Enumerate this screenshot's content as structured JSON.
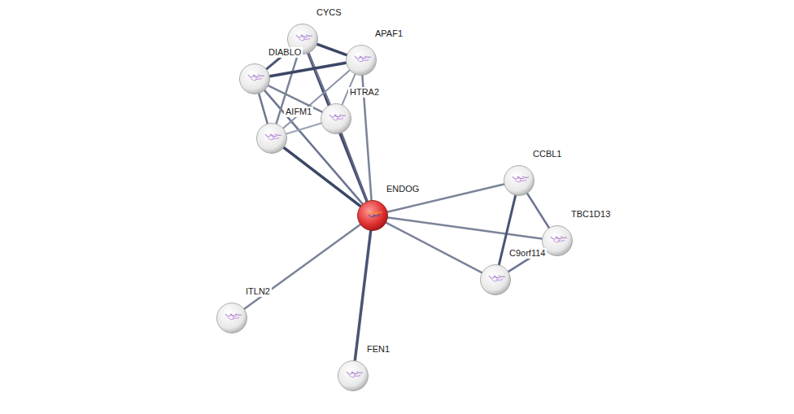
{
  "diagram": {
    "nodes": [
      {
        "text": [
          "CYCS"
        ]
      },
      {
        "text": [
          "APAF1"
        ]
      },
      {
        "text": [
          "DIABLO"
        ]
      },
      {
        "text": [
          "HTRA2"
        ]
      },
      {
        "text": [
          "AIFM1"
        ]
      },
      {
        "text": [
          "ENDOG"
        ]
      },
      {
        "text": [
          "CCBL1"
        ]
      },
      {
        "text": [
          "TBC1D13"
        ]
      },
      {
        "text": [
          "C9orf114"
        ]
      },
      {
        "text": [
          "ITLN2"
        ]
      },
      {
        "text": [
          "FEN1"
        ]
      }
    ],
    "edges": [
      {
        "from": 5,
        "to": 0,
        "arrow": "none"
      },
      {
        "from": 5,
        "to": 1,
        "arrow": "none"
      },
      {
        "from": 5,
        "to": 2,
        "arrow": "none"
      },
      {
        "from": 5,
        "to": 3,
        "arrow": "none"
      },
      {
        "from": 5,
        "to": 4,
        "arrow": "none"
      },
      {
        "from": 5,
        "to": 6,
        "arrow": "none"
      },
      {
        "from": 5,
        "to": 7,
        "arrow": "none"
      },
      {
        "from": 5,
        "to": 8,
        "arrow": "none"
      },
      {
        "from": 5,
        "to": 9,
        "arrow": "none"
      },
      {
        "from": 5,
        "to": 10,
        "arrow": "none"
      },
      {
        "from": 0,
        "to": 1,
        "arrow": "none"
      },
      {
        "from": 0,
        "to": 2,
        "arrow": "none"
      },
      {
        "from": 0,
        "to": 3,
        "arrow": "none"
      },
      {
        "from": 0,
        "to": 4,
        "arrow": "none"
      },
      {
        "from": 1,
        "to": 2,
        "arrow": "none"
      },
      {
        "from": 1,
        "to": 3,
        "arrow": "none"
      },
      {
        "from": 1,
        "to": 4,
        "arrow": "none"
      },
      {
        "from": 2,
        "to": 3,
        "arrow": "none"
      },
      {
        "from": 2,
        "to": 4,
        "arrow": "none"
      },
      {
        "from": 3,
        "to": 4,
        "arrow": "none"
      },
      {
        "from": 6,
        "to": 7,
        "arrow": "none"
      },
      {
        "from": 6,
        "to": 8,
        "arrow": "none"
      },
      {
        "from": 7,
        "to": 8,
        "arrow": "none"
      }
    ]
  }
}
